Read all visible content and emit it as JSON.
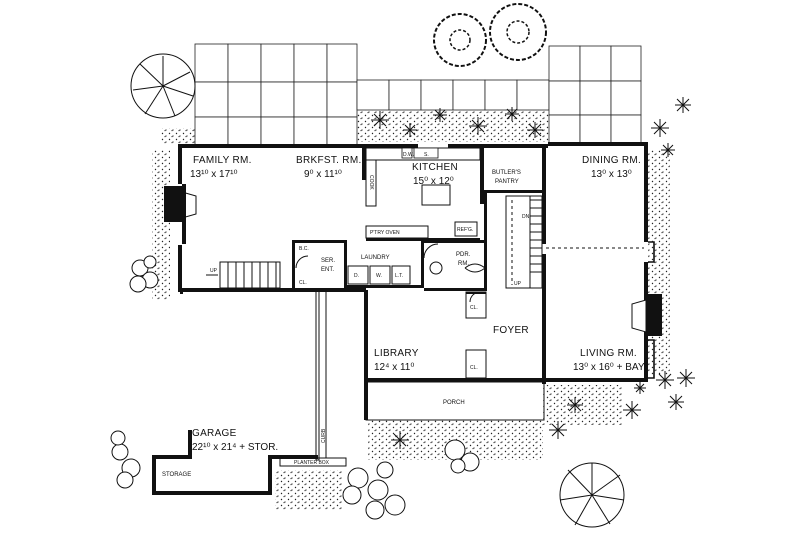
{
  "rooms": {
    "family": {
      "name": "FAMILY RM.",
      "dim": "13¹⁰ x 17¹⁰"
    },
    "breakfast": {
      "name": "BRKFST. RM.",
      "dim": "9⁰ x 11¹⁰"
    },
    "kitchen": {
      "name": "KITCHEN",
      "dim": "15⁰ x 12⁰"
    },
    "butlers": {
      "name1": "BUTLER'S",
      "name2": "PANTRY"
    },
    "dining": {
      "name": "DINING RM.",
      "dim": "13⁰ x 13⁰"
    },
    "laundry": {
      "name": "LAUNDRY"
    },
    "service": {
      "name1": "SER.",
      "name2": "ENT."
    },
    "powder": {
      "name1": "PDR.",
      "name2": "RM."
    },
    "foyer": {
      "name": "FOYER"
    },
    "library": {
      "name": "LIBRARY",
      "dim": "12⁴ x 11⁰"
    },
    "living": {
      "name": "LIVING RM.",
      "dim": "13⁰ x 16⁰ + BAY"
    },
    "porch": {
      "name": "PORCH"
    },
    "garage": {
      "name": "GARAGE",
      "dim": "22¹⁰ x 21⁴ + STOR."
    },
    "storage": {
      "name": "STORAGE"
    }
  },
  "fixtures": {
    "dw": "D.W.",
    "s": "S.",
    "cook": "COOK",
    "ptry_oven": "P'TRY OVEN",
    "ref": "REF'G.",
    "bc": "B.C.",
    "cl": "CL.",
    "d": "D.",
    "w": "W.",
    "lt": "L.T.",
    "up": "UP",
    "dn": "DN",
    "curb": "CURB",
    "planter": "PLANTER BOX"
  }
}
